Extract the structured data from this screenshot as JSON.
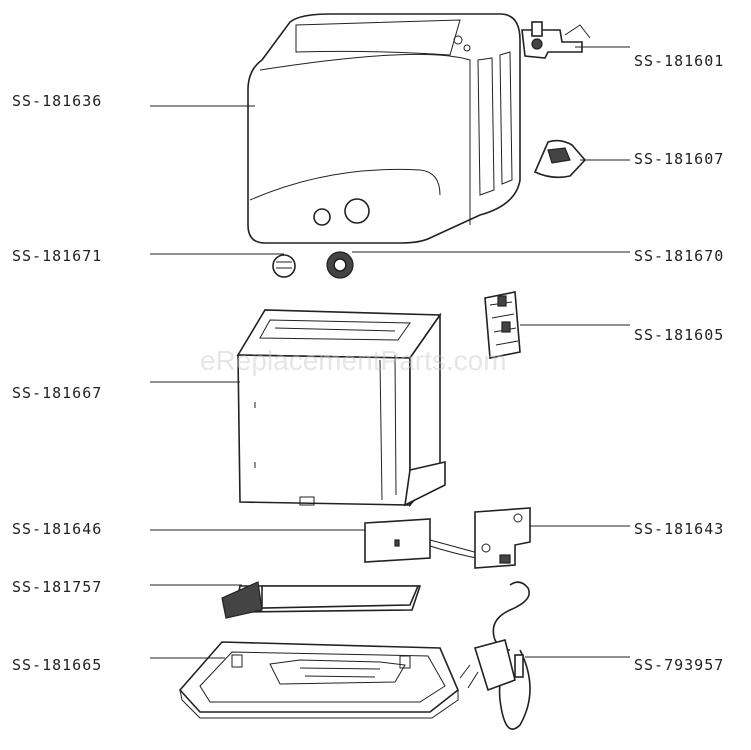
{
  "watermark": "eReplacementParts.com",
  "parts": {
    "top_housing": "SS-181636",
    "lever_assembly": "SS-181601",
    "lever_knob": "SS-181607",
    "knob_small": "SS-181671",
    "knob_dial": "SS-181670",
    "switch_assembly": "SS-181605",
    "toast_chamber": "SS-181667",
    "control_board": "SS-181646",
    "pcb_terminal": "SS-181643",
    "crumb_tray": "SS-181757",
    "base": "SS-181665",
    "power_cord": "SS-793957"
  }
}
